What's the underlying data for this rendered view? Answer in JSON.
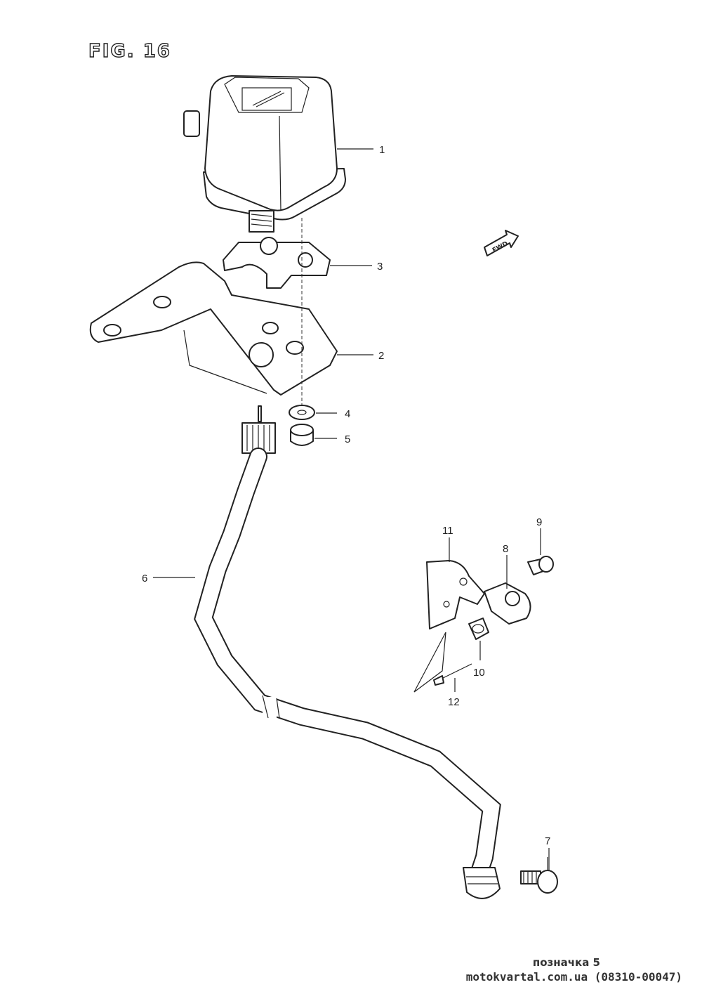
{
  "figure": {
    "title": "FIG. 16"
  },
  "callouts": [
    "1",
    "2",
    "3",
    "4",
    "5",
    "6",
    "7",
    "8",
    "9",
    "10",
    "11",
    "12"
  ],
  "arrow": {
    "label": "FWD"
  },
  "footer": {
    "line1": "позначка 5",
    "line2": "motokvartal.com.ua (08310-00047)"
  }
}
